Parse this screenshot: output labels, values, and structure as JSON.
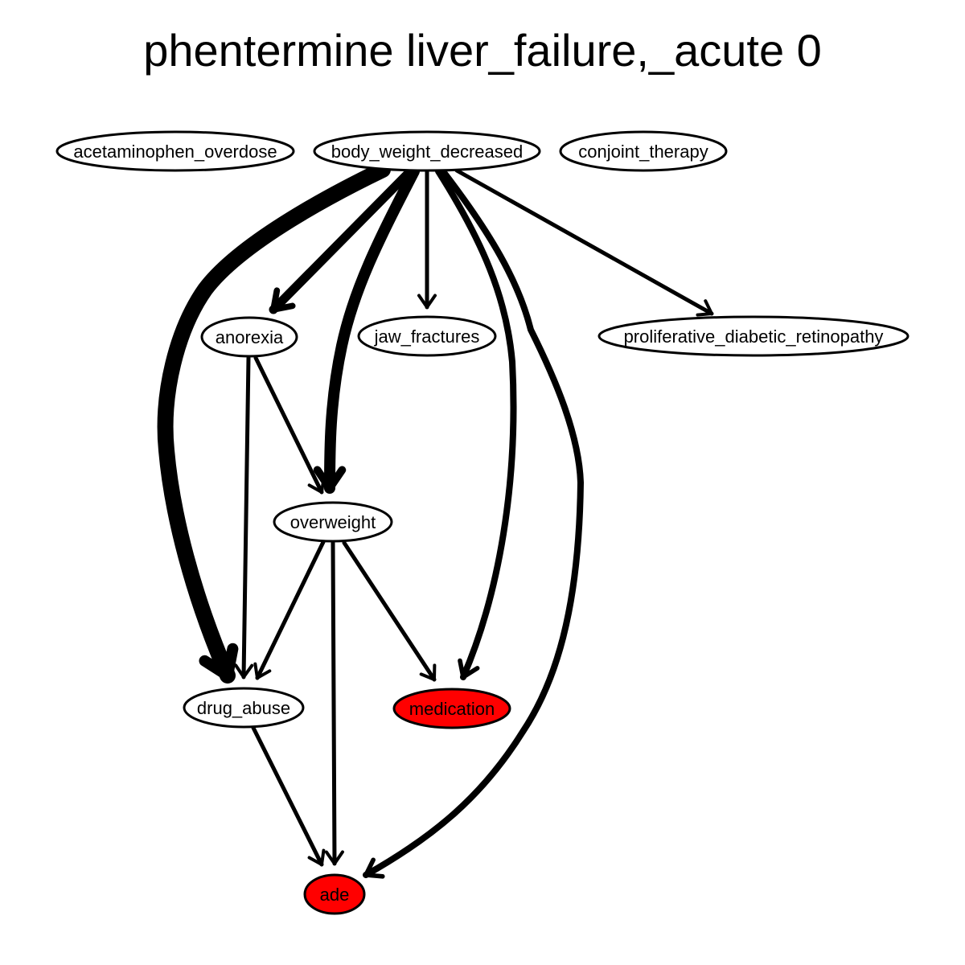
{
  "title": "phentermine liver_failure,_acute 0",
  "colors": {
    "highlight": "#ff0000",
    "default_fill": "#ffffff",
    "stroke": "#000000"
  },
  "nodes": [
    {
      "id": "acetaminophen_overdose",
      "label": "acetaminophen_overdose",
      "highlighted": false
    },
    {
      "id": "body_weight_decreased",
      "label": "body_weight_decreased",
      "highlighted": false
    },
    {
      "id": "conjoint_therapy",
      "label": "conjoint_therapy",
      "highlighted": false
    },
    {
      "id": "anorexia",
      "label": "anorexia",
      "highlighted": false
    },
    {
      "id": "jaw_fractures",
      "label": "jaw_fractures",
      "highlighted": false
    },
    {
      "id": "proliferative_diabetic_retinopathy",
      "label": "proliferative_diabetic_retinopathy",
      "highlighted": false
    },
    {
      "id": "overweight",
      "label": "overweight",
      "highlighted": false
    },
    {
      "id": "drug_abuse",
      "label": "drug_abuse",
      "highlighted": false
    },
    {
      "id": "medication",
      "label": "medication",
      "highlighted": true
    },
    {
      "id": "ade",
      "label": "ade",
      "highlighted": true
    }
  ],
  "edges": [
    {
      "from": "body_weight_decreased",
      "to": "drug_abuse",
      "weight": 5
    },
    {
      "from": "body_weight_decreased",
      "to": "anorexia",
      "weight": 3
    },
    {
      "from": "body_weight_decreased",
      "to": "overweight",
      "weight": 4
    },
    {
      "from": "body_weight_decreased",
      "to": "jaw_fractures",
      "weight": 1
    },
    {
      "from": "body_weight_decreased",
      "to": "medication",
      "weight": 2
    },
    {
      "from": "body_weight_decreased",
      "to": "ade",
      "weight": 2
    },
    {
      "from": "body_weight_decreased",
      "to": "proliferative_diabetic_retinopathy",
      "weight": 1
    },
    {
      "from": "anorexia",
      "to": "drug_abuse",
      "weight": 1
    },
    {
      "from": "anorexia",
      "to": "overweight",
      "weight": 1
    },
    {
      "from": "overweight",
      "to": "drug_abuse",
      "weight": 1
    },
    {
      "from": "overweight",
      "to": "ade",
      "weight": 1
    },
    {
      "from": "overweight",
      "to": "medication",
      "weight": 1
    },
    {
      "from": "drug_abuse",
      "to": "ade",
      "weight": 1
    }
  ]
}
